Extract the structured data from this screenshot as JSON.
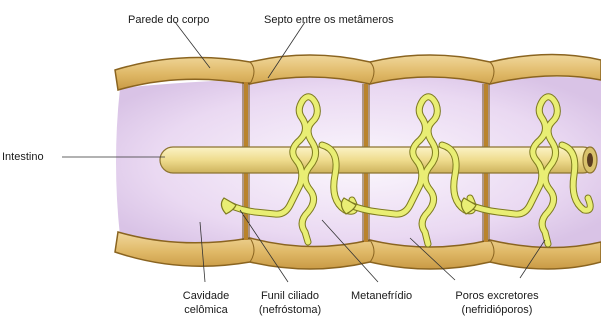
{
  "labels": {
    "parede": "Parede do corpo",
    "septo": "Septo entre os metâmeros",
    "intestino": "Intestino",
    "cavidade_l1": "Cavidade",
    "cavidade_l2": "celômica",
    "funil_l1": "Funil ciliado",
    "funil_l2": "(nefróstoma)",
    "metanefridio": "Metanefrídio",
    "poros_l1": "Poros excretores",
    "poros_l2": "(nefridióporos)"
  },
  "colors": {
    "body_wall": "#e2bd72",
    "wall_outline": "#8a6420",
    "septum": "#b9832c",
    "coelom": "#e7dbf0",
    "intestine": "#f0e29a",
    "nephridium": "#e9ee74",
    "leader": "#333333"
  }
}
